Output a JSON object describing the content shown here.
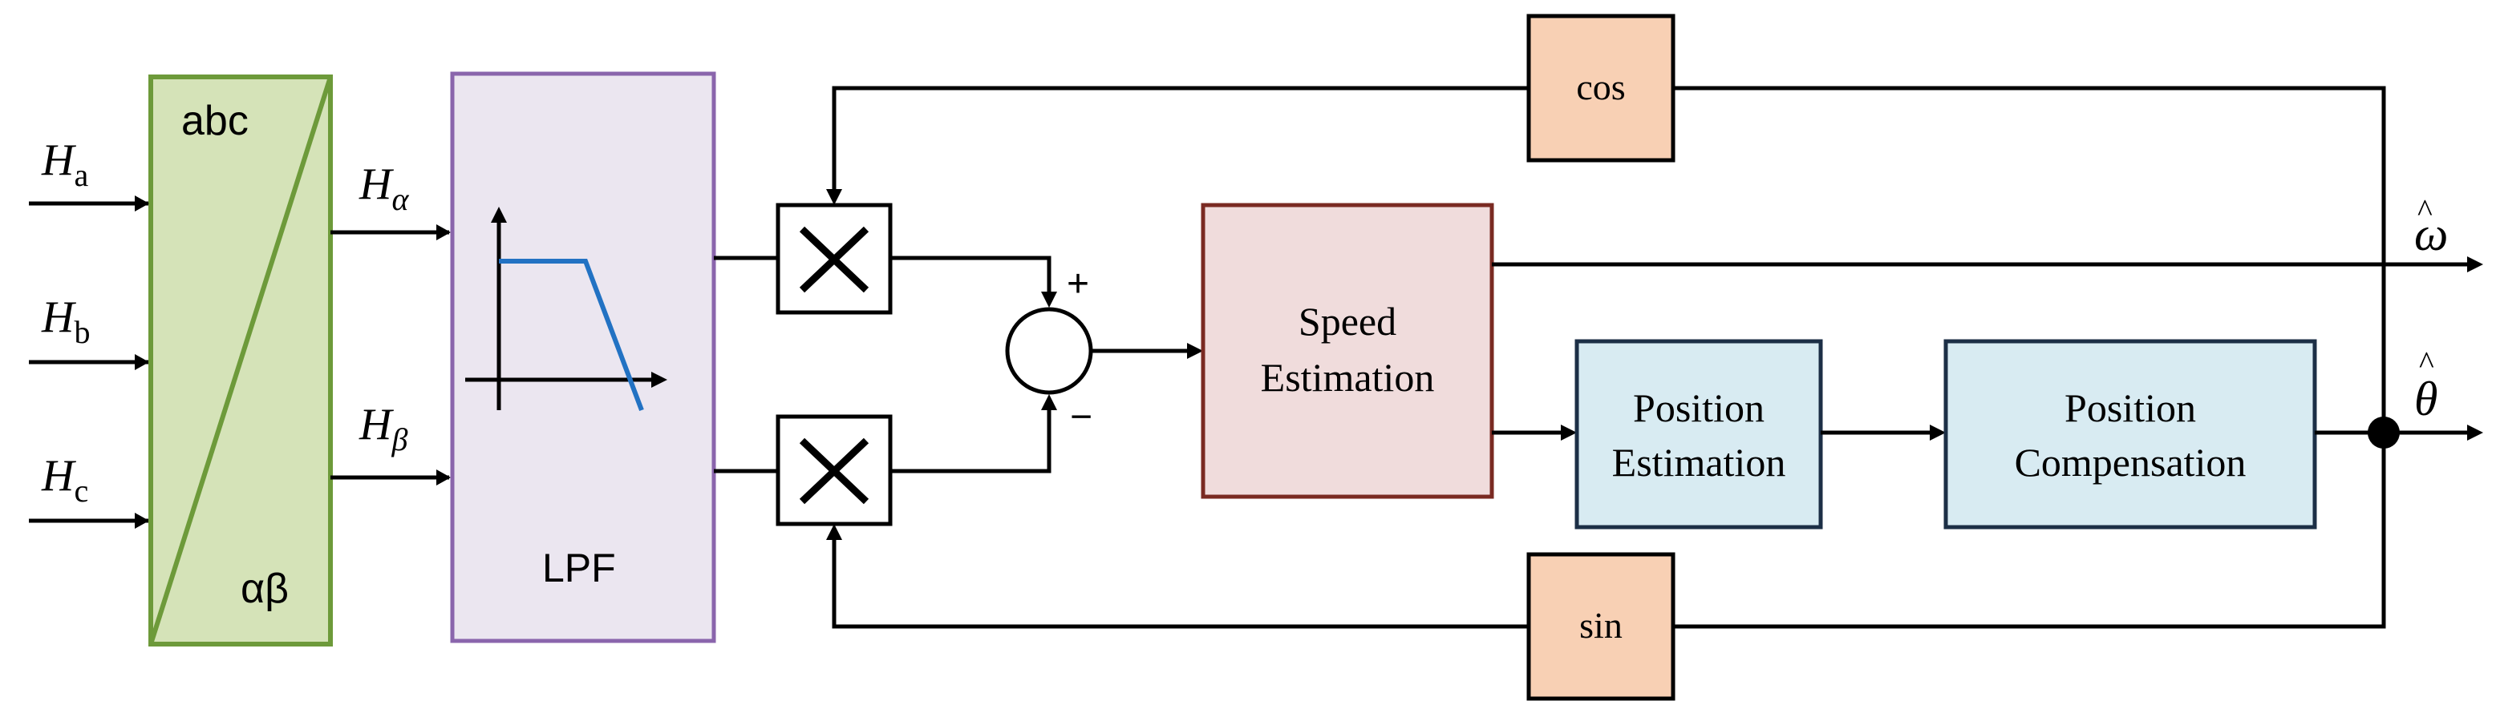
{
  "colors": {
    "transform_fill": "#d5e3b8",
    "transform_border": "#6d9a3a",
    "lpf_fill": "#ebe6f0",
    "lpf_border": "#8a65ac",
    "lpf_curve": "#2272c3",
    "trig_fill": "#f8d0b4",
    "speed_fill": "#f0dcdc",
    "speed_border": "#7a2a22",
    "position_fill": "#d8ebf2",
    "position_border": "#1c2f46",
    "line": "#000000"
  },
  "inputs": {
    "ha": {
      "symbol": "H",
      "sub": "a"
    },
    "hb": {
      "symbol": "H",
      "sub": "b"
    },
    "hc": {
      "symbol": "H",
      "sub": "c"
    }
  },
  "transform": {
    "top_label": "abc",
    "bottom_label": "αβ"
  },
  "intermediate": {
    "h_alpha": {
      "symbol": "H",
      "sub": "α"
    },
    "h_beta": {
      "symbol": "H",
      "sub": "β"
    }
  },
  "lpf": {
    "label": "LPF"
  },
  "cos_block": {
    "label": "cos"
  },
  "sin_block": {
    "label": "sin"
  },
  "summer": {
    "plus": "+",
    "minus": "−"
  },
  "speed_block": {
    "line1": "Speed",
    "line2": "Estimation"
  },
  "position_estimation": {
    "line1": "Position",
    "line2": "Estimation"
  },
  "position_compensation": {
    "line1": "Position",
    "line2": "Compensation"
  },
  "outputs": {
    "omega": "ω",
    "theta": "θ",
    "hat": "^"
  }
}
